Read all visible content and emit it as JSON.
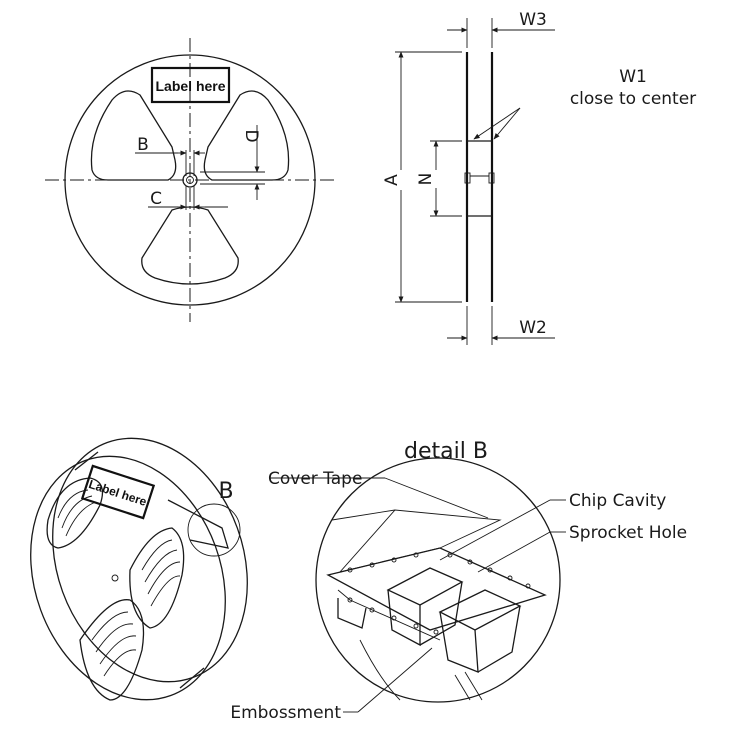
{
  "top_view": {
    "label_box": "Label here",
    "dims": {
      "B": "B",
      "C": "C",
      "D": "D"
    }
  },
  "side_view": {
    "dims": {
      "W3": "W3",
      "W2": "W2",
      "A": "A",
      "N": "N"
    },
    "w1_line1": "W1",
    "w1_line2": "close to center"
  },
  "iso_view": {
    "label_box": "Label here",
    "detail_ref": "B"
  },
  "detail": {
    "title": "detail B",
    "cover_tape": "Cover Tape",
    "chip_cavity": "Chip Cavity",
    "sprocket_hole": "Sprocket Hole",
    "embossment": "Embossment"
  }
}
